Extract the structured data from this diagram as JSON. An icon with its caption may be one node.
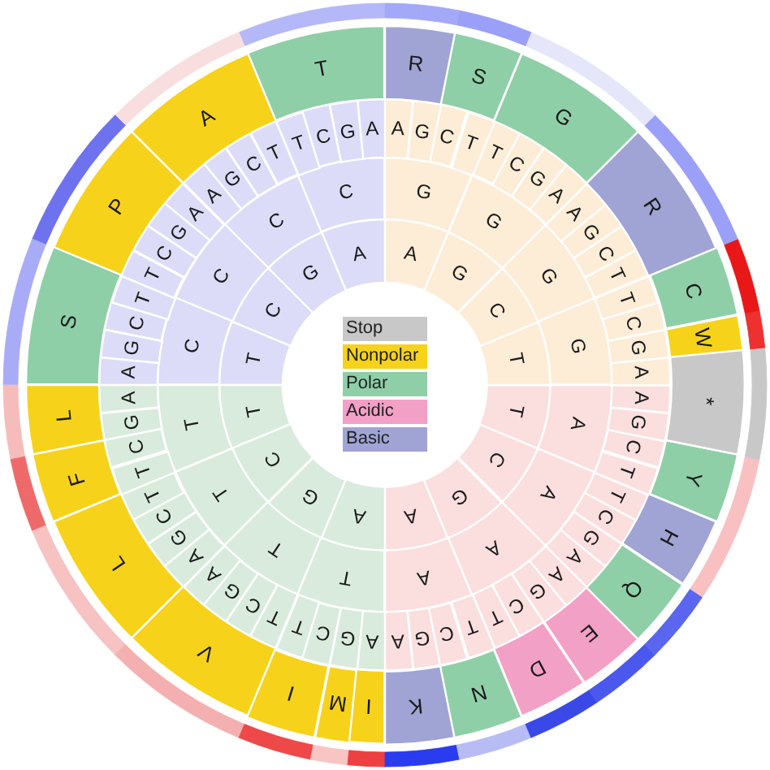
{
  "diagram": {
    "nodes": [
      {
        "text": [
          "A"
        ]
      },
      {
        "text": [
          "G"
        ]
      },
      {
        "text": [
          "C"
        ]
      },
      {
        "text": [
          "T"
        ]
      },
      {
        "text": [
          "T"
        ]
      },
      {
        "text": [
          "C"
        ]
      },
      {
        "text": [
          "G"
        ]
      },
      {
        "text": [
          "A"
        ]
      },
      {
        "text": [
          "A"
        ]
      },
      {
        "text": [
          "G"
        ]
      },
      {
        "text": [
          "C"
        ]
      },
      {
        "text": [
          "T"
        ]
      },
      {
        "text": [
          "T"
        ]
      },
      {
        "text": [
          "C"
        ]
      },
      {
        "text": [
          "G"
        ]
      },
      {
        "text": [
          "A"
        ]
      },
      {
        "text": [
          "C"
        ]
      },
      {
        "text": [
          "C"
        ]
      },
      {
        "text": [
          "C"
        ]
      },
      {
        "text": [
          "C"
        ]
      },
      {
        "text": [
          "T"
        ]
      },
      {
        "text": [
          "T"
        ]
      },
      {
        "text": [
          "T"
        ]
      },
      {
        "text": [
          "T"
        ]
      },
      {
        "text": [
          "A"
        ]
      },
      {
        "text": [
          "A"
        ]
      },
      {
        "text": [
          "A"
        ]
      },
      {
        "text": [
          "A"
        ]
      },
      {
        "text": [
          "G"
        ]
      },
      {
        "text": [
          "G"
        ]
      },
      {
        "text": [
          "G"
        ]
      },
      {
        "text": [
          "G"
        ]
      },
      {
        "text": [
          "A"
        ]
      },
      {
        "text": [
          "G"
        ]
      },
      {
        "text": [
          "C"
        ]
      },
      {
        "text": [
          "T"
        ]
      },
      {
        "text": [
          "T"
        ]
      },
      {
        "text": [
          "C"
        ]
      },
      {
        "text": [
          "G"
        ]
      },
      {
        "text": [
          "A"
        ]
      },
      {
        "text": [
          "A"
        ]
      },
      {
        "text": [
          "G"
        ]
      },
      {
        "text": [
          "C"
        ]
      },
      {
        "text": [
          "T"
        ]
      },
      {
        "text": [
          "T"
        ]
      },
      {
        "text": [
          "C"
        ]
      },
      {
        "text": [
          "G"
        ]
      },
      {
        "text": [
          "A"
        ]
      },
      {
        "text": [
          "A"
        ]
      },
      {
        "text": [
          "G"
        ]
      },
      {
        "text": [
          "C"
        ]
      },
      {
        "text": [
          "T"
        ]
      },
      {
        "text": [
          "T"
        ]
      },
      {
        "text": [
          "C"
        ]
      },
      {
        "text": [
          "G"
        ]
      },
      {
        "text": [
          "A"
        ]
      },
      {
        "text": [
          "A"
        ]
      },
      {
        "text": [
          "G"
        ]
      },
      {
        "text": [
          "C"
        ]
      },
      {
        "text": [
          "T"
        ]
      },
      {
        "text": [
          "T"
        ]
      },
      {
        "text": [
          "C"
        ]
      },
      {
        "text": [
          "G"
        ]
      },
      {
        "text": [
          "A"
        ]
      },
      {
        "text": [
          "A"
        ]
      },
      {
        "text": [
          "G"
        ]
      },
      {
        "text": [
          "C"
        ]
      },
      {
        "text": [
          "T"
        ]
      },
      {
        "text": [
          "T"
        ]
      },
      {
        "text": [
          "C"
        ]
      },
      {
        "text": [
          "G"
        ]
      },
      {
        "text": [
          "A"
        ]
      },
      {
        "text": [
          "A"
        ]
      },
      {
        "text": [
          "G"
        ]
      },
      {
        "text": [
          "C"
        ]
      },
      {
        "text": [
          "T"
        ]
      },
      {
        "text": [
          "T"
        ]
      },
      {
        "text": [
          "C"
        ]
      },
      {
        "text": [
          "G"
        ]
      },
      {
        "text": [
          "A"
        ]
      },
      {
        "text": [
          "A"
        ]
      },
      {
        "text": [
          "G"
        ]
      },
      {
        "text": [
          "C"
        ]
      },
      {
        "text": [
          "T"
        ]
      },
      {
        "text": [
          "T"
        ]
      },
      {
        "text": [
          "C"
        ]
      },
      {
        "text": [
          "G"
        ]
      },
      {
        "text": [
          "A"
        ]
      },
      {
        "text": [
          "A"
        ]
      },
      {
        "text": [
          "G"
        ]
      },
      {
        "text": [
          "C"
        ]
      },
      {
        "text": [
          "T"
        ]
      },
      {
        "text": [
          "T"
        ]
      },
      {
        "text": [
          "C"
        ]
      },
      {
        "text": [
          "G"
        ]
      },
      {
        "text": [
          "A"
        ]
      },
      {
        "text": [
          "T"
        ]
      },
      {
        "text": [
          "A"
        ]
      },
      {
        "text": [
          "P"
        ]
      },
      {
        "text": [
          "S"
        ]
      },
      {
        "text": [
          "L"
        ]
      },
      {
        "text": [
          "F"
        ]
      },
      {
        "text": [
          "L"
        ]
      },
      {
        "text": [
          "V"
        ]
      },
      {
        "text": [
          "I"
        ]
      },
      {
        "text": [
          "M"
        ]
      },
      {
        "text": [
          "I"
        ]
      },
      {
        "text": [
          "K"
        ]
      },
      {
        "text": [
          "N"
        ]
      },
      {
        "text": [
          "D"
        ]
      },
      {
        "text": [
          "E"
        ]
      },
      {
        "text": [
          "Q"
        ]
      },
      {
        "text": [
          "H"
        ]
      },
      {
        "text": [
          "Y"
        ]
      },
      {
        "text": [
          "*"
        ]
      },
      {
        "text": [
          "W"
        ]
      },
      {
        "text": [
          "C"
        ]
      },
      {
        "text": [
          "R"
        ]
      },
      {
        "text": [
          "G"
        ]
      },
      {
        "text": [
          "S"
        ]
      },
      {
        "text": [
          "R"
        ]
      }
    ],
    "legend": [
      {
        "text": "Stop",
        "color": "#c8c8c8"
      },
      {
        "text": "Nonpolar",
        "color": "#f7d21a"
      },
      {
        "text": "Polar",
        "color": "#8fcfa8"
      },
      {
        "text": "Acidic",
        "color": "#f3a0c6"
      },
      {
        "text": "Basic",
        "color": "#a0a4d4"
      }
    ]
  }
}
